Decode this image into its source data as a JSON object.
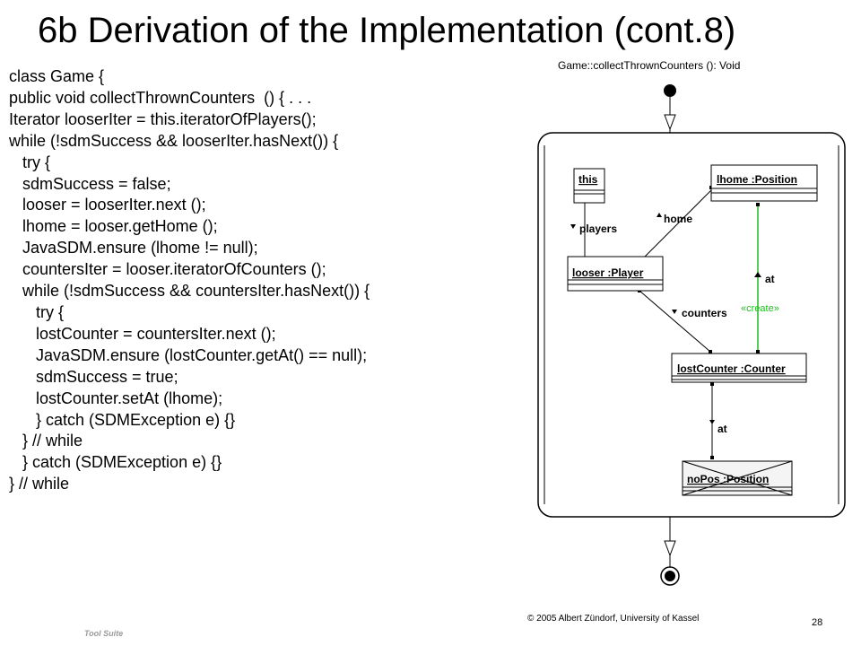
{
  "slide": {
    "title": "6b Derivation of the Implementation (cont.8)",
    "code_lines": [
      "class Game {",
      "public void collectThrownCounters  () { . . .",
      "Iterator looserIter = this.iteratorOfPlayers();",
      "while (!sdmSuccess && looserIter.hasNext()) {",
      "   try {",
      "   sdmSuccess = false;",
      "   looser = looserIter.next ();",
      "   lhome = looser.getHome ();",
      "   JavaSDM.ensure (lhome != null);",
      "   countersIter = looser.iteratorOfCounters ();",
      "   while (!sdmSuccess && countersIter.hasNext()) {",
      "      try {",
      "      lostCounter = countersIter.next ();",
      "      JavaSDM.ensure (lostCounter.getAt() == null);",
      "      sdmSuccess = true;",
      "      lostCounter.setAt (lhome);",
      "      } catch (SDMException e) {}",
      "   } // while",
      "   } catch (SDMException e) {}",
      "} // while"
    ],
    "footer": "© 2005 Albert Zündorf, University of Kassel",
    "page_number": "28",
    "corner_text": "Tool Suite"
  },
  "diagram": {
    "header": "Game::collectThrownCounters (): Void",
    "objects": {
      "this": "this",
      "lhome": "lhome :Position",
      "looser": "looser :Player",
      "lost_counter": "lostCounter :Counter",
      "no_pos": "noPos :Position"
    },
    "links": {
      "players": "players",
      "home": "home",
      "at_create": "at",
      "counters": "counters",
      "create_stereotype": "«create»",
      "at_nopos": "at"
    },
    "colors": {
      "create_link": "#22bb22",
      "stroke": "#000000"
    }
  }
}
